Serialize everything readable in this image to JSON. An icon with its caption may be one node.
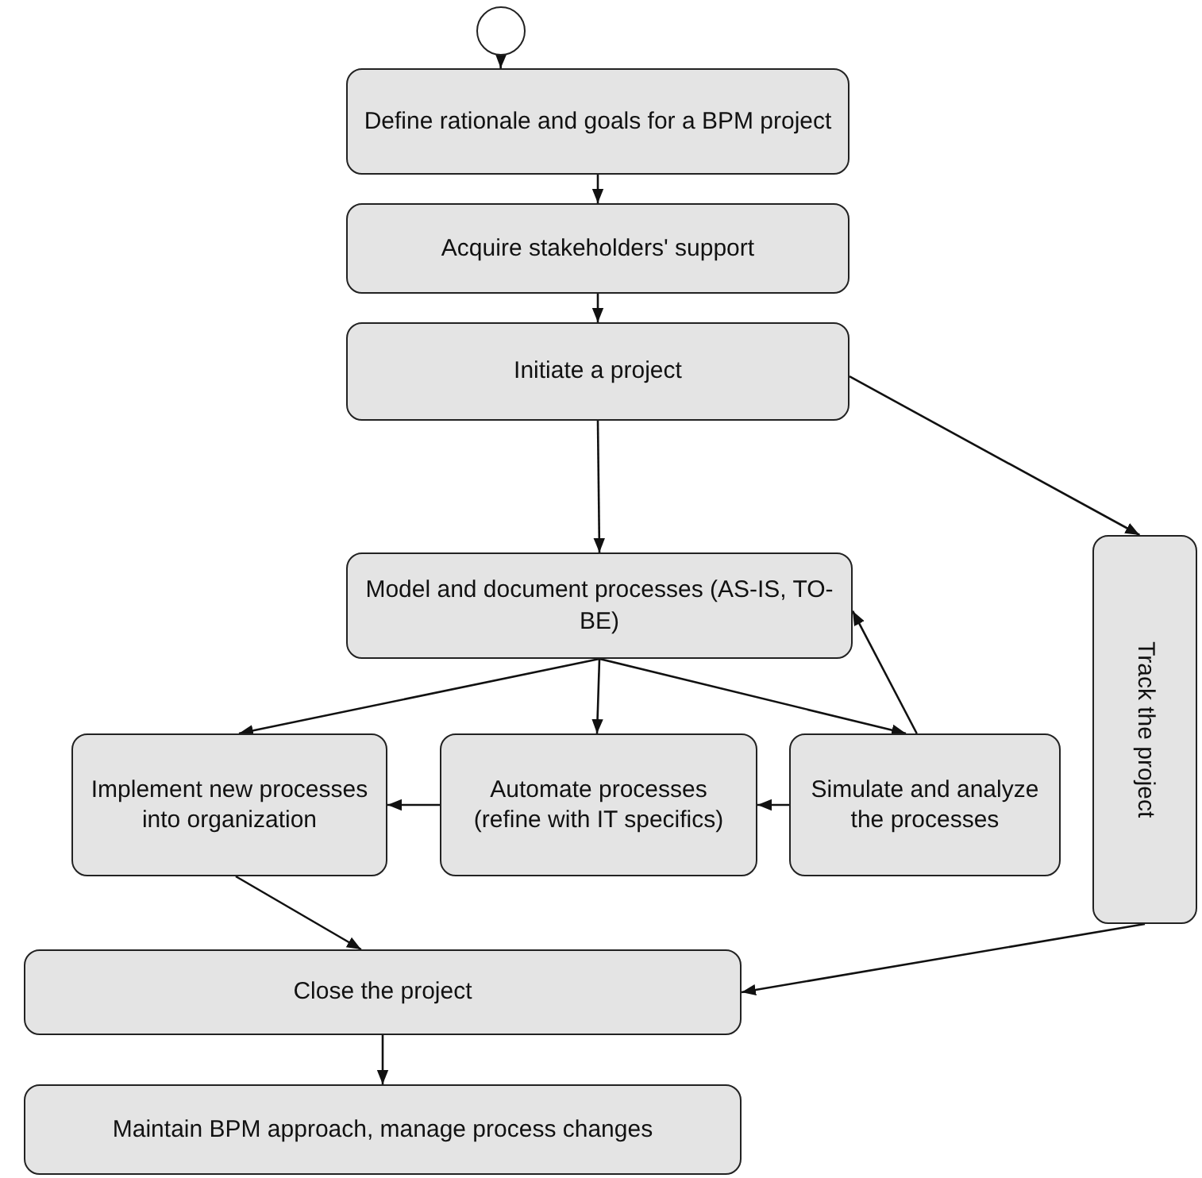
{
  "diagram": {
    "nodes": [
      {
        "text": [],
        "shape": "circle"
      },
      {
        "text": [
          "Define rationale and goals for a BPM project"
        ]
      },
      {
        "text": [
          "Acquire stakeholders' support"
        ]
      },
      {
        "text": [
          "Initiate a project"
        ]
      },
      {
        "text": [
          "Model and document processes (AS-IS, TO-BE)"
        ]
      },
      {
        "text": [
          "Implement new processes into organization"
        ]
      },
      {
        "text": [
          "Automate processes (refine with IT specifics)"
        ]
      },
      {
        "text": [
          "Simulate and analyze the processes"
        ]
      },
      {
        "text": [
          "Track the project"
        ]
      },
      {
        "text": [
          "Close the project"
        ]
      },
      {
        "text": [
          "Maintain BPM approach, manage process changes"
        ]
      }
    ],
    "edges": [
      {
        "from": 0,
        "to": 1,
        "arrow": "to"
      },
      {
        "from": 1,
        "to": 2,
        "arrow": "to"
      },
      {
        "from": 2,
        "to": 3,
        "arrow": "to"
      },
      {
        "from": 3,
        "to": 4,
        "arrow": "to"
      },
      {
        "from": 3,
        "to": 8,
        "arrow": "to"
      },
      {
        "from": 4,
        "to": 5,
        "arrow": "to"
      },
      {
        "from": 4,
        "to": 6,
        "arrow": "to"
      },
      {
        "from": 4,
        "to": 7,
        "arrow": "to"
      },
      {
        "from": 7,
        "to": 4,
        "arrow": "to"
      },
      {
        "from": 7,
        "to": 6,
        "arrow": "to"
      },
      {
        "from": 6,
        "to": 5,
        "arrow": "to"
      },
      {
        "from": 5,
        "to": 9,
        "arrow": "to"
      },
      {
        "from": 8,
        "to": 9,
        "arrow": "to"
      },
      {
        "from": 9,
        "to": 10,
        "arrow": "to"
      }
    ]
  }
}
